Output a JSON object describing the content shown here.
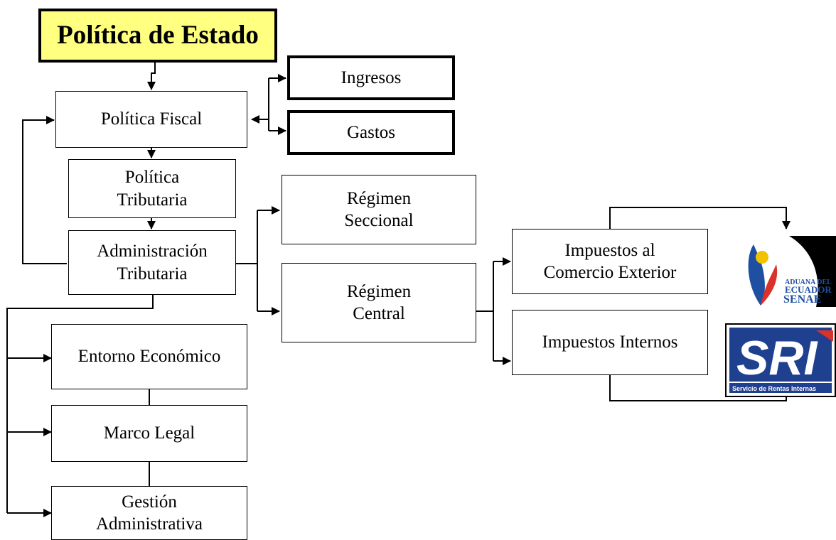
{
  "diagram": {
    "title": "Política de Estado",
    "politica_fiscal": "Política Fiscal",
    "ingresos": "Ingresos",
    "gastos": "Gastos",
    "politica_tributaria": "Política\nTributaria",
    "administracion_tributaria": "Administración\nTributaria",
    "regimen_seccional": "Régimen\nSeccional",
    "regimen_central": "Régimen\nCentral",
    "impuestos_comercio_exterior": "Impuestos al\nComercio Exterior",
    "impuestos_internos": "Impuestos Internos",
    "entorno_economico": "Entorno Económico",
    "marco_legal": "Marco Legal",
    "gestion_administrativa": "Gestión\nAdministrativa"
  },
  "logos": {
    "senae": {
      "line1": "ADUANA DEL",
      "line2": "ECUADOR",
      "line3": "SENAE"
    },
    "sri": {
      "big": "SRI",
      "caption": "Servicio de Rentas Internas"
    }
  },
  "colors": {
    "title_fill": "#ffff80",
    "sri_blue": "#1f3f8f",
    "sri_red": "#d9322b",
    "senae_blue": "#1f4fa0",
    "senae_red": "#d9322b",
    "senae_yellow": "#f2c200"
  }
}
